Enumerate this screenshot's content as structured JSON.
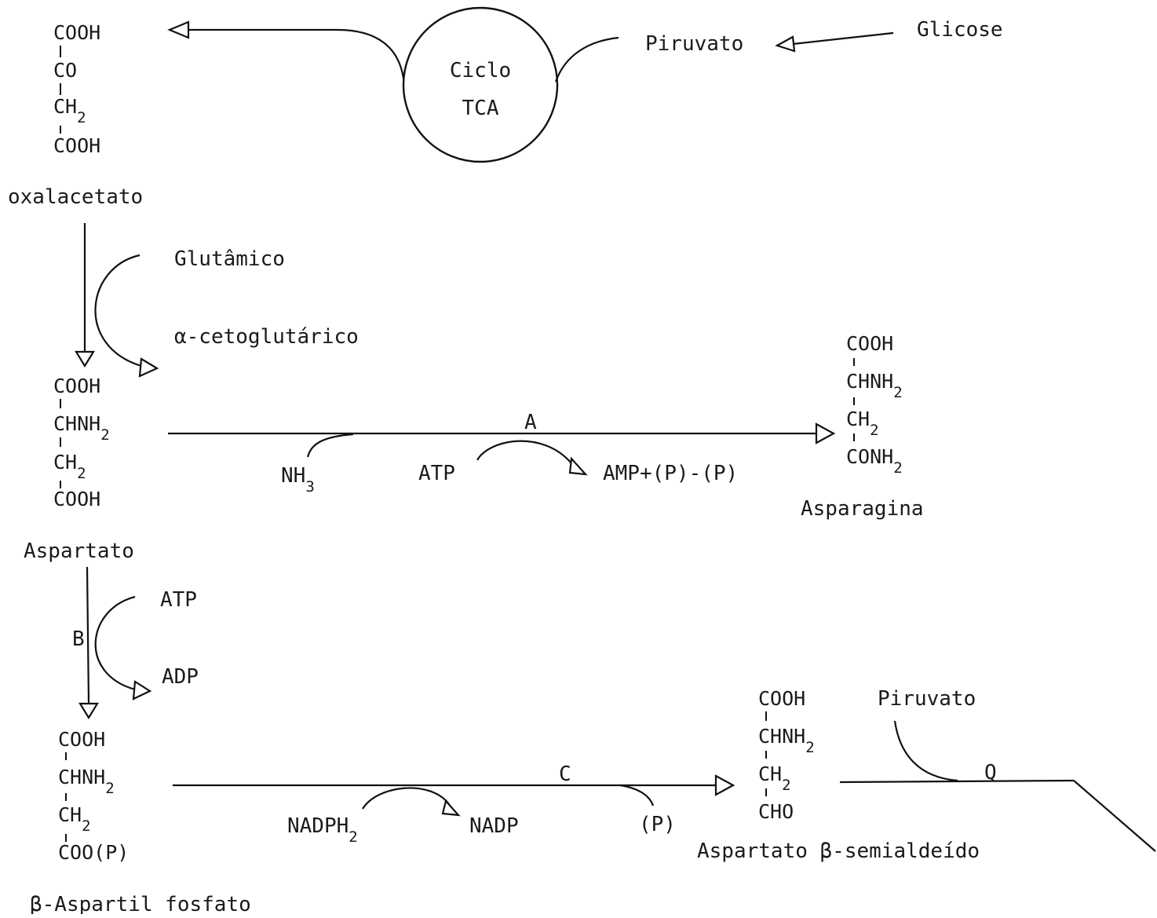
{
  "nodes": {
    "oxaloacetate": {
      "lines": [
        "COOH",
        "CO",
        "CH",
        "COOH"
      ],
      "subscript_ch": "2",
      "name": "oxalacetato"
    },
    "tca_cycle": {
      "line1": "Ciclo",
      "line2": "TCA"
    },
    "pyruvate_top": "Piruvato",
    "glucose": "Glicose",
    "glutamate": "Glutâmico",
    "alpha_ketoglutarate": "α-cetoglutárico",
    "aspartate": {
      "lines": [
        "COOH",
        "CHNH",
        "CH",
        "COOH"
      ],
      "subscripts": [
        "",
        "2",
        "2",
        ""
      ],
      "name": "Aspartato"
    },
    "asparagine": {
      "lines": [
        "COOH",
        "CHNH",
        "CH",
        "CONH"
      ],
      "subscripts": [
        "",
        "2",
        "2",
        "2"
      ],
      "name": "Asparagina"
    },
    "nh3": {
      "base": "NH",
      "sub": "3"
    },
    "atp_a": "ATP",
    "amp_products": "AMP+(P)-(P)",
    "enzyme_a": "A",
    "atp_b": "ATP",
    "adp": "ADP",
    "enzyme_b": "B",
    "aspartyl_phosphate": {
      "lines": [
        "COOH",
        "CHNH",
        "CH",
        "COO(P)"
      ],
      "subscripts": [
        "",
        "2",
        "2",
        ""
      ],
      "name": "β-Aspartil fosfato"
    },
    "nadph2": {
      "base": "NADPH",
      "sub": "2"
    },
    "nadp": "NADP",
    "phosphate": "(P)",
    "enzyme_c": "C",
    "semialdehyde": {
      "lines": [
        "COOH",
        "CHNH",
        "CH",
        "CHO"
      ],
      "subscripts": [
        "",
        "2",
        "2",
        ""
      ],
      "name": "Aspartato β-semialdeído"
    },
    "pyruvate_bottom": "Piruvato",
    "enzyme_q": "Q"
  }
}
